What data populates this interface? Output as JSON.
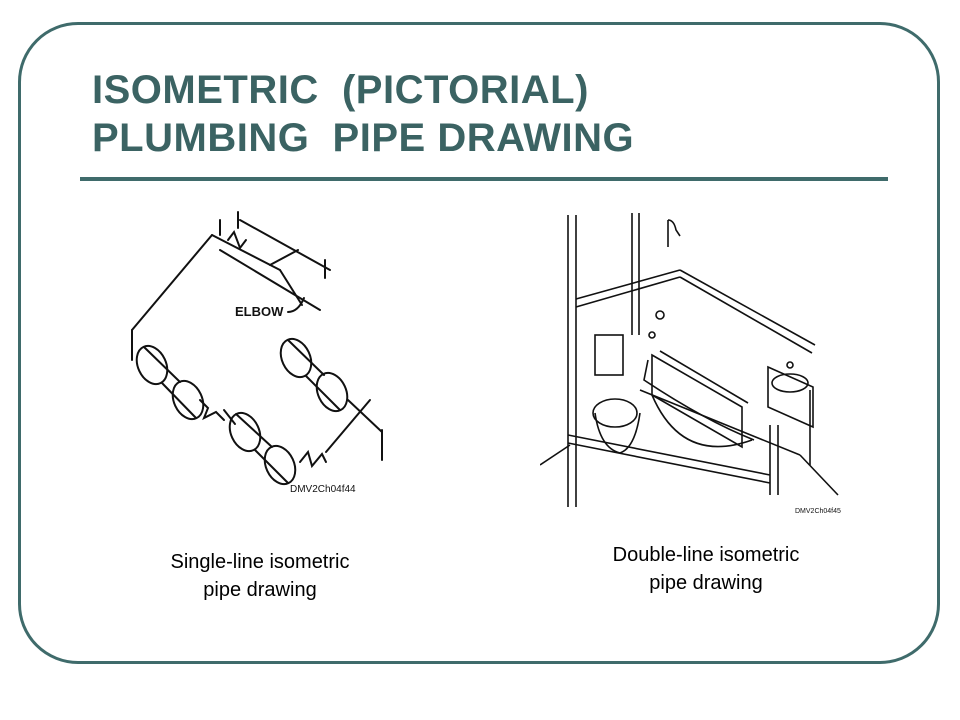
{
  "slide": {
    "title_line1": "ISOMETRIC  (PICTORIAL)",
    "title_line2": "PLUMBING  PIPE DRAWING",
    "accent_color": "#3f6b6b"
  },
  "figures": {
    "single": {
      "label_elbow": "ELBOW",
      "code": "DMV2Ch04f44",
      "caption_line1": "Single-line isometric",
      "caption_line2": "pipe drawing"
    },
    "double": {
      "code": "DMV2Ch04f45",
      "caption_line1": "Double-line isometric",
      "caption_line2": "pipe drawing"
    }
  }
}
